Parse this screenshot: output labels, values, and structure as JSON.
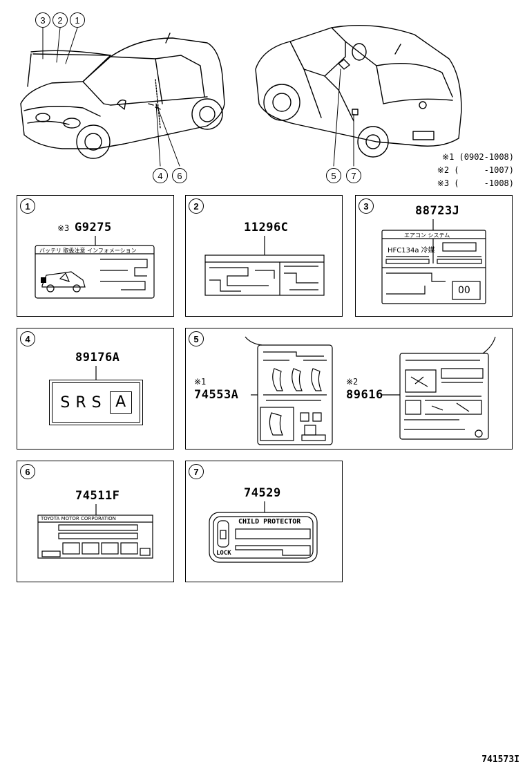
{
  "callouts": [
    "1",
    "2",
    "3",
    "4",
    "5",
    "6",
    "7"
  ],
  "legend": {
    "l1": "※1 (0902-1008)",
    "l2": "※2 (     -1007)",
    "l3": "※3 (     -1008)"
  },
  "panels": {
    "p1": {
      "num": "1",
      "note": "※3",
      "part": "G9275",
      "label_header": "バッテリ 取扱注意 インフォメーション"
    },
    "p2": {
      "num": "2",
      "part": "11296C"
    },
    "p3": {
      "num": "3",
      "part": "88723J",
      "label_header": "エアコン システム",
      "label_text": "HFC134a 冷媒",
      "label_box": "00"
    },
    "p4": {
      "num": "4",
      "part": "89176A",
      "label_text": "SRS",
      "label_box": "A"
    },
    "p5": {
      "num": "5",
      "note1": "※1",
      "part1": "74553A",
      "note2": "※2",
      "part2": "89616"
    },
    "p6": {
      "num": "6",
      "part": "74511F",
      "label_header": "TOYOTA MOTOR CORPORATION"
    },
    "p7": {
      "num": "7",
      "part": "74529",
      "label_title": "CHILD PROTECTOR",
      "label_lock": "LOCK"
    }
  },
  "figure_id": "741573I"
}
